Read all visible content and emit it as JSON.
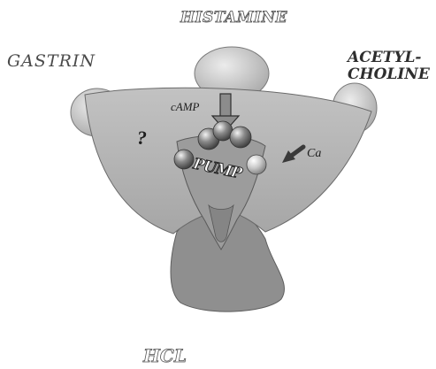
{
  "labels": {
    "histamine": "HISTAMINE",
    "gastrin": "GASTRIN",
    "acetylcholine_line1": "ACETYL-",
    "acetylcholine_line2": "CHOLINE",
    "camp": "cAMP",
    "unknown_pathway": "?",
    "calcium": "Ca",
    "pump": "PUMP",
    "hcl": "HCL"
  },
  "colors": {
    "cell_body": "#b3b3b3",
    "cell_body_dark": "#8e8e8e",
    "receptor": "#cfcfcf",
    "channel": "#9a9a9a",
    "ball": "#7a7a7a",
    "outline": "#5a5a5a"
  },
  "icons": {
    "camp_arrow": "down-arrow-icon",
    "calcium_arrow": "diagonal-arrow-icon"
  }
}
